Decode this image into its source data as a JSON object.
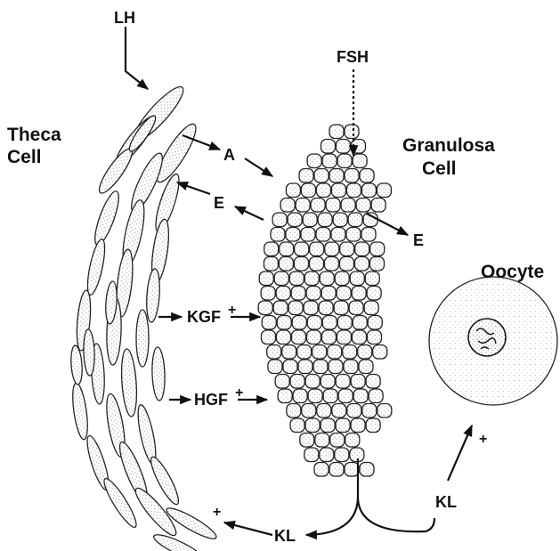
{
  "labels": {
    "lh": "LH",
    "fsh": "FSH",
    "theca_line1": "Theca",
    "theca_line2": "Cell",
    "granulosa_line1": "Granulosa",
    "granulosa_line2": "Cell",
    "oocyte": "Oocyte",
    "androgen": "A",
    "estrogen_left": "E",
    "estrogen_right": "E",
    "kgf": "KGF",
    "hgf": "HGF",
    "kl_left": "KL",
    "kl_right": "KL",
    "plus": "+"
  },
  "colors": {
    "stroke": "#111111",
    "cell_fill": "#ffffff",
    "stipple": "#6a6a6a"
  }
}
